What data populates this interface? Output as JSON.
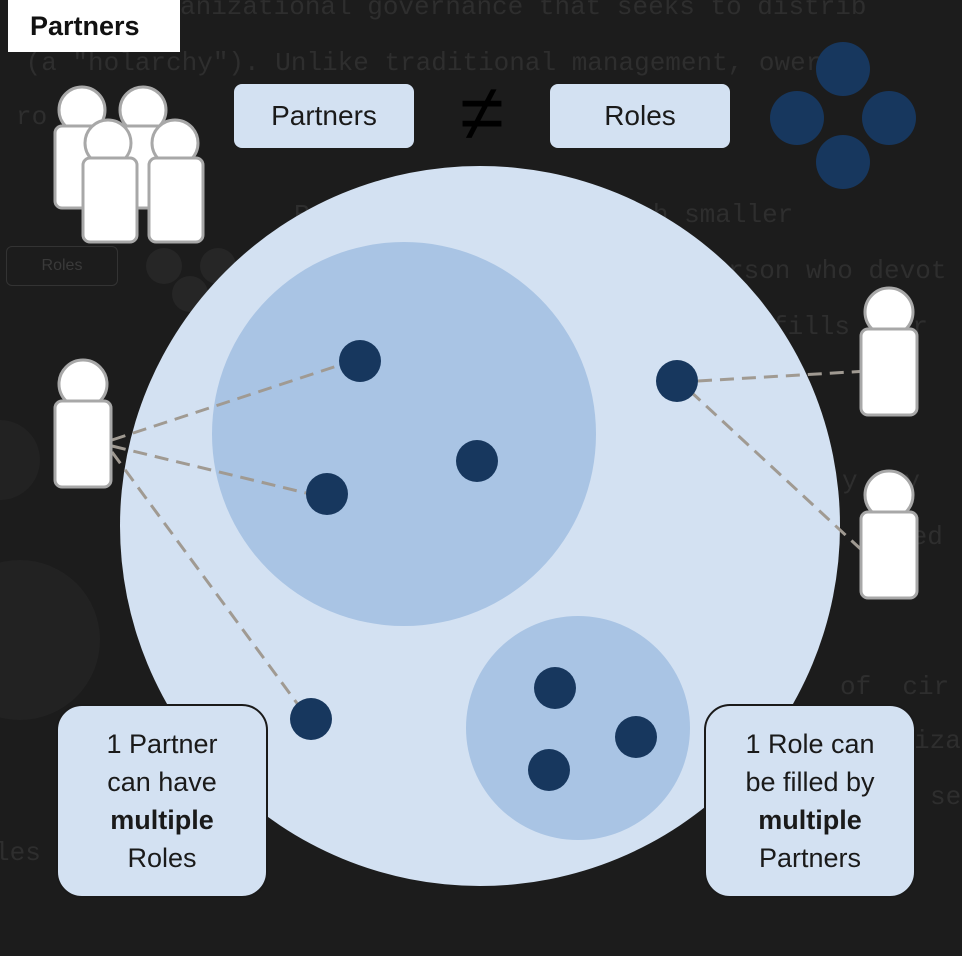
{
  "header": {
    "tab_label": "Partners"
  },
  "legend": {
    "partners_label": "Partners",
    "not_equal_symbol": "≠",
    "roles_label": "Roles"
  },
  "background": {
    "line1": "anizational governance that seeks to distrib",
    "line2": " (a \"holarchy\"). Unlike traditional management, ower is",
    "line3": "ro     ir",
    "line4": "Ro               be much smaller",
    "line5": "rson who devot",
    "line6": "fills ever",
    "line7": "y any",
    "line8": "ded",
    "line9": "of  cir",
    "line10": "iza",
    "line11": "se",
    "line12": "les        em",
    "ghost_label": "Roles"
  },
  "callouts": {
    "left": {
      "line1": "1 Partner",
      "line2": "can have",
      "bold": "multiple",
      "line4": "Roles"
    },
    "right": {
      "line1": "1 Role can",
      "line2": "be filled by",
      "bold": "multiple",
      "line4": "Partners"
    }
  },
  "colors": {
    "background": "#1c1c1c",
    "outer_circle": "#d3e1f2",
    "inner_circle": "#a9c4e4",
    "role_dot": "#17375e",
    "connector": "#a09a92",
    "person_fill": "#ffffff",
    "person_stroke": "#a8a8a8"
  }
}
